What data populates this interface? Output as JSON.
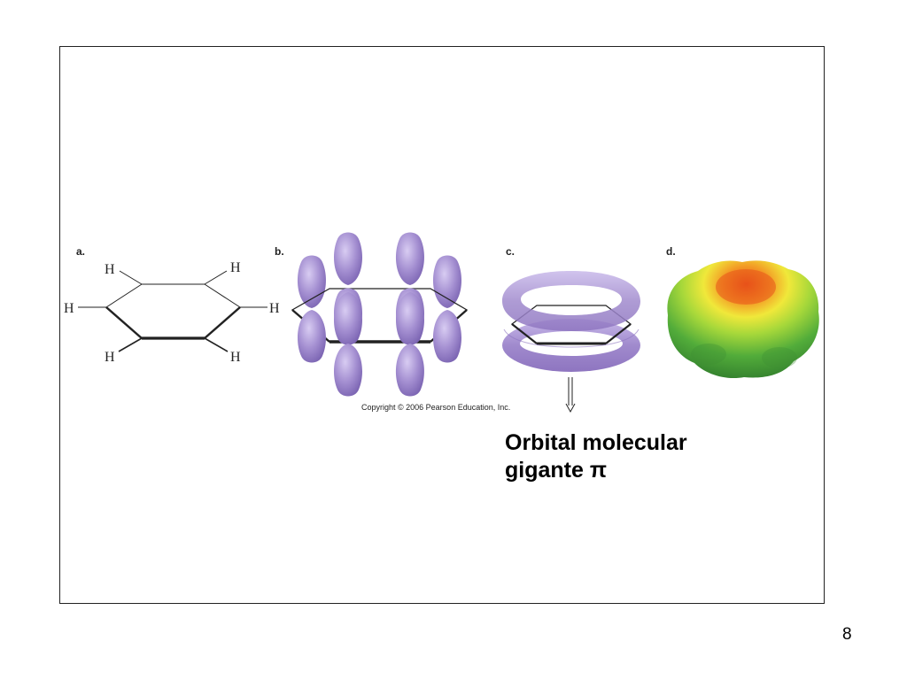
{
  "panels": {
    "a": "a.",
    "b": "b.",
    "c": "c.",
    "d": "d."
  },
  "atom_label": "H",
  "copyright": "Copyright © 2006 Pearson Education, Inc.",
  "caption": {
    "line1": "Orbital molecular",
    "line2": "gigante π"
  },
  "slide_number": "8",
  "colors": {
    "orbital": "#a48fd1",
    "bond": "#222222",
    "potential_high": "#f06a1e",
    "potential_low": "#3a9a36"
  }
}
